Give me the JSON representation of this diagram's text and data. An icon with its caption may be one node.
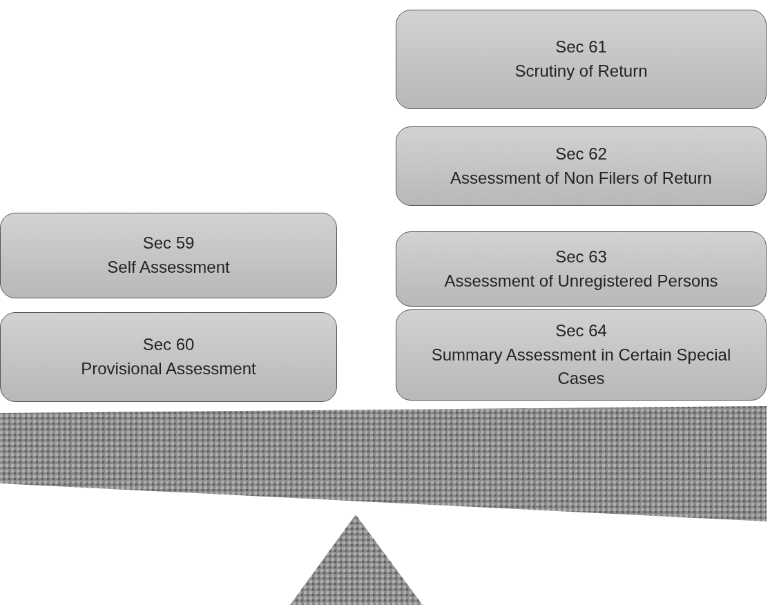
{
  "diagram": {
    "nodes": [
      {
        "text": [
          "Sec 59",
          "Self Assessment"
        ]
      },
      {
        "text": [
          "Sec 60",
          "Provisional Assessment"
        ]
      },
      {
        "text": [
          "Sec 61",
          "Scrutiny of Return"
        ]
      },
      {
        "text": [
          "Sec 62",
          "Assessment of Non Filers of Return"
        ]
      },
      {
        "text": [
          "Sec 63",
          "Assessment of Unregistered Persons"
        ]
      },
      {
        "text": [
          "Sec 64",
          "Summary Assessment in Certain Special Cases"
        ]
      }
    ]
  }
}
